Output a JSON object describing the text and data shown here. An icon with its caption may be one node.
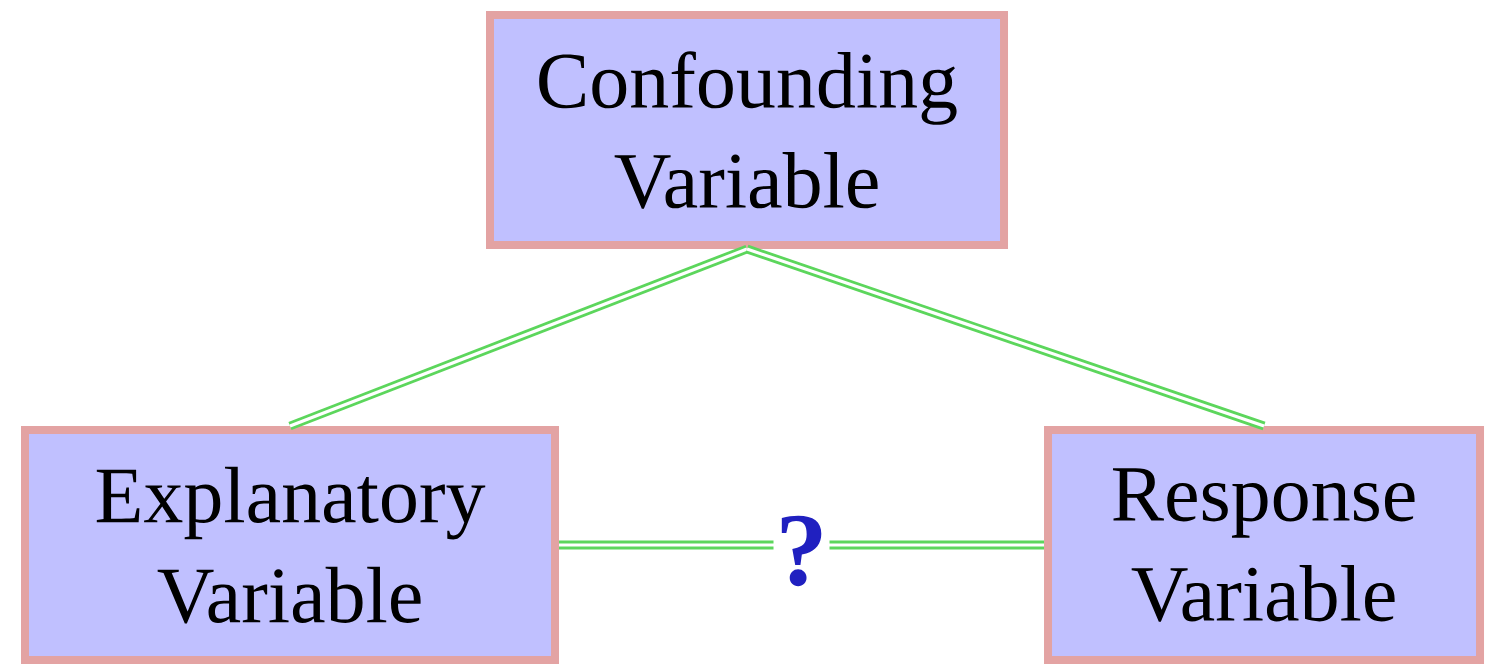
{
  "diagram": {
    "nodes": [
      {
        "text": [
          "Confounding Variable"
        ]
      },
      {
        "text": [
          "Explanatory Variable"
        ]
      },
      {
        "text": [
          "Response Variable"
        ]
      }
    ],
    "edges": [
      {
        "from": 0,
        "to": 1,
        "arrow": "none"
      },
      {
        "from": 0,
        "to": 2,
        "arrow": "none"
      },
      {
        "from": 1,
        "to": 2,
        "arrow": "none",
        "label": "?"
      }
    ]
  }
}
